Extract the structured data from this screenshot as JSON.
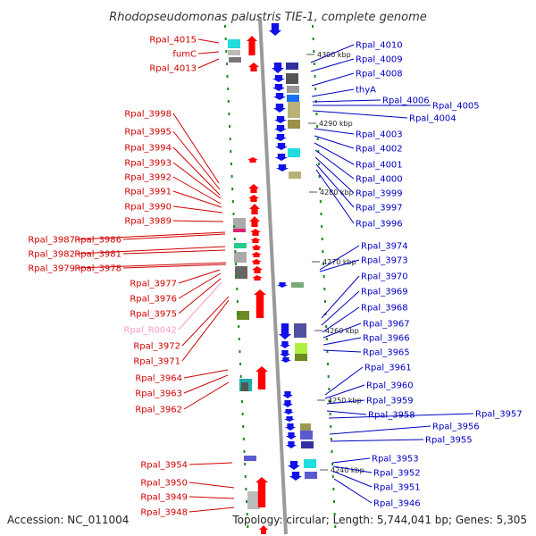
{
  "title": "Rhodopseudomonas palustris TIE-1, complete genome",
  "footer": {
    "accession": "Accession: NC_011004",
    "topology": "Topology: circular; Length: 5,744,041 bp; Genes: 5,305"
  },
  "colors": {
    "backbone": "#9a9a9a",
    "forward_arrow": "#ff0000",
    "reverse_arrow": "#1010e8",
    "forward_label": "#d00000",
    "reverse_label": "#0000c0",
    "rna_label": "#ff99cc",
    "ruler_tick": "#228822"
  },
  "ruler_marks": [
    "4300 kbp",
    "4290 kbp",
    "4280 kbp",
    "4270 kbp",
    "4260 kbp",
    "4250 kbp",
    "4240 kbp"
  ],
  "left_labels": [
    "Rpal_4015",
    "fumC",
    "Rpal_4013",
    "Rpal_3998",
    "Rpal_3995",
    "Rpal_3994",
    "Rpal_3993",
    "Rpal_3992",
    "Rpal_3991",
    "Rpal_3990",
    "Rpal_3989",
    "Rpal_3987",
    "Rpal_3986",
    "Rpal_3982",
    "Rpal_3981",
    "Rpal_3979",
    "Rpal_3978",
    "Rpal_3977",
    "Rpal_3976",
    "Rpal_3975",
    "Rpal_R0042",
    "Rpal_3972",
    "Rpal_3971",
    "Rpal_3964",
    "Rpal_3963",
    "Rpal_3962",
    "Rpal_3954",
    "Rpal_3950",
    "Rpal_3949",
    "Rpal_3948"
  ],
  "right_labels": [
    "Rpal_4010",
    "Rpal_4009",
    "Rpal_4008",
    "thyA",
    "Rpal_4006",
    "Rpal_4005",
    "Rpal_4004",
    "Rpal_4003",
    "Rpal_4002",
    "Rpal_4001",
    "Rpal_4000",
    "Rpal_3999",
    "Rpal_3997",
    "Rpal_3996",
    "Rpal_3974",
    "Rpal_3973",
    "Rpal_3970",
    "Rpal_3969",
    "Rpal_3968",
    "Rpal_3967",
    "Rpal_3966",
    "Rpal_3965",
    "Rpal_3961",
    "Rpal_3960",
    "Rpal_3959",
    "Rpal_3958",
    "Rpal_3957",
    "Rpal_3956",
    "Rpal_3955",
    "Rpal_3953",
    "Rpal_3952",
    "Rpal_3951",
    "Rpal_3946"
  ]
}
